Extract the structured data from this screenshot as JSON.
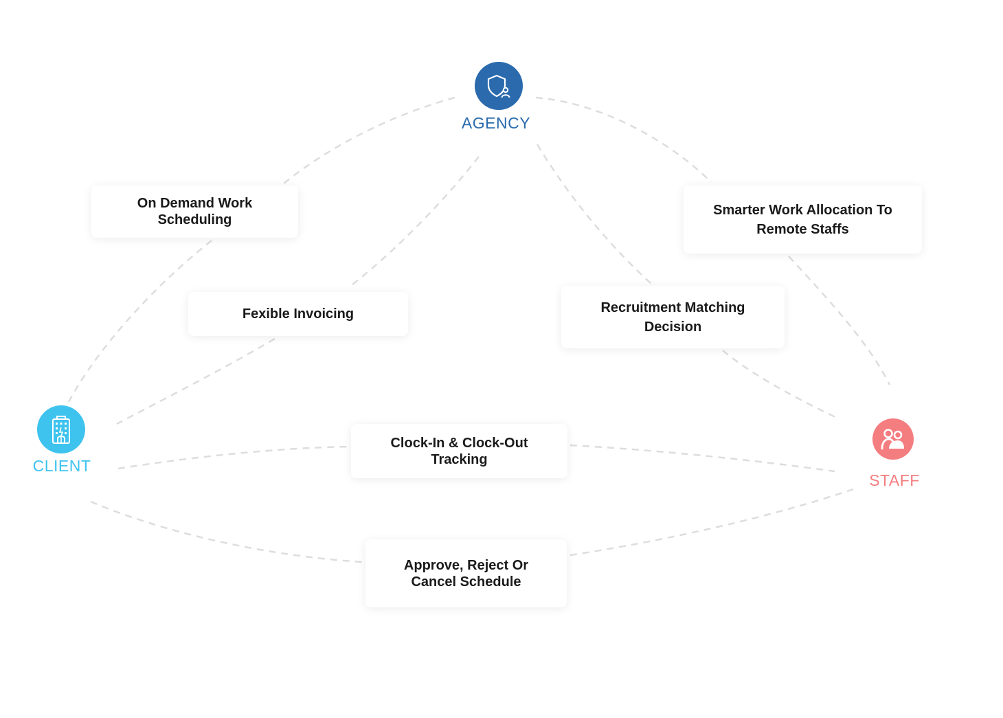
{
  "nodes": {
    "agency": {
      "label": "AGENCY",
      "color": "#2a6aad",
      "icon": "shield-user-icon"
    },
    "client": {
      "label": "CLIENT",
      "color": "#3ec3ee",
      "icon": "building-icon"
    },
    "staff": {
      "label": "STAFF",
      "color": "#f47d80",
      "icon": "people-icon"
    }
  },
  "features": [
    {
      "label": "On Demand Work\nScheduling"
    },
    {
      "label": "Fexible Invoicing"
    },
    {
      "label": "Smarter Work Allocation To\nRemote Staffs"
    },
    {
      "label": "Recruitment Matching\nDecision"
    },
    {
      "label": "Clock-In & Clock-Out\nTracking"
    },
    {
      "label": "Approve, Reject Or\nCancel Schedule"
    }
  ],
  "connector_color": "#dddddd"
}
